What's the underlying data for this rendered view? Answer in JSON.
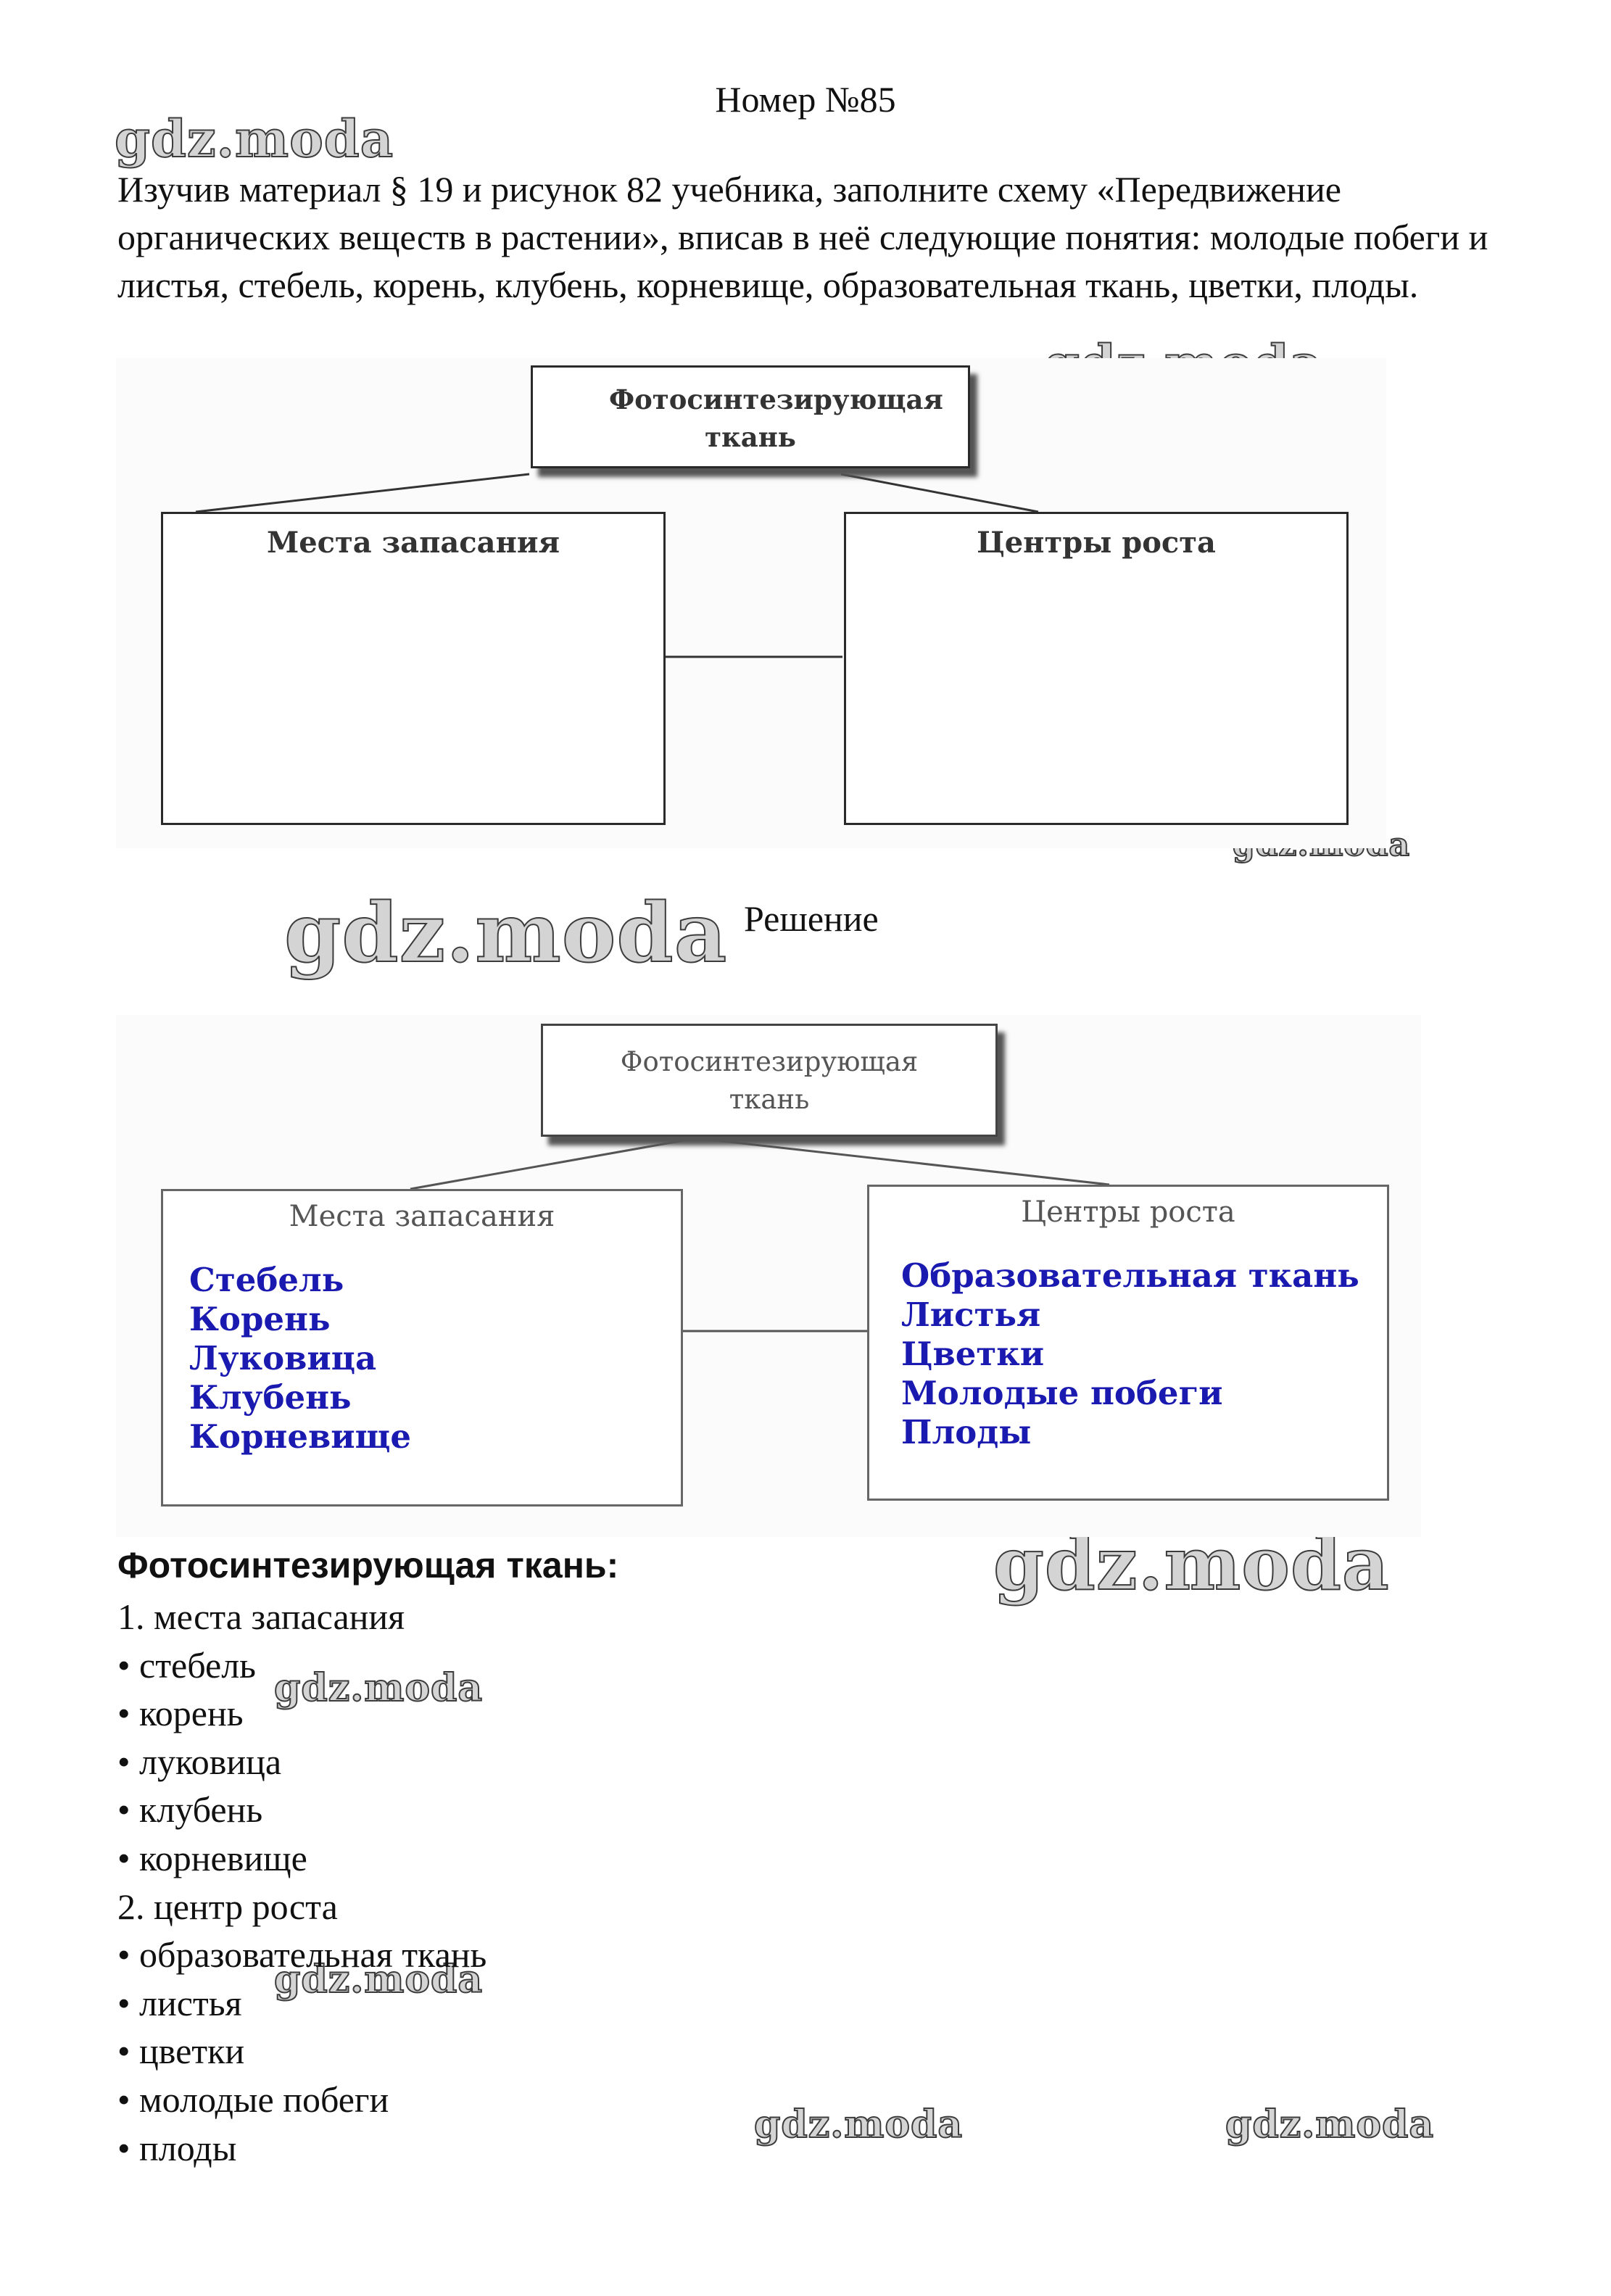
{
  "header": {
    "title": "Номер №85"
  },
  "task": {
    "text": "Изучив материал § 19 и рисунок 82 учебника, заполните схему «Передвижение органических веществ в растении», вписав в неё следующие понятия: молодые побеги и листья, стебель, корень, клубень, корневище, образовательная ткань, цветки, плоды."
  },
  "watermark": {
    "text": "gdz.moda"
  },
  "task_diagram": {
    "top": "Фотосинтезирующая ткань",
    "left": "Места запасания",
    "right": "Центры роста"
  },
  "solution": {
    "label": "Решение"
  },
  "solution_diagram": {
    "top": "Фотосинтезирующая ткань",
    "left": {
      "title": "Места запасания",
      "items": [
        "Стебель",
        "Корень",
        "Луковица",
        "Клубень",
        "Корневище"
      ]
    },
    "right": {
      "title": "Центры роста",
      "items": [
        "Образовательная ткань",
        "Листья",
        "Цветки",
        "Молодые побеги",
        "Плоды"
      ]
    }
  },
  "answer": {
    "heading": "Фотосинтезирующая ткань:",
    "lines": [
      "1. места запасания",
      "• стебель",
      "• корень",
      "• луковица",
      "• клубень",
      "• корневище",
      "2. центр роста",
      "• образовательная ткань",
      "• листья",
      "• цветки",
      "• молодые побеги",
      "• плоды"
    ]
  }
}
